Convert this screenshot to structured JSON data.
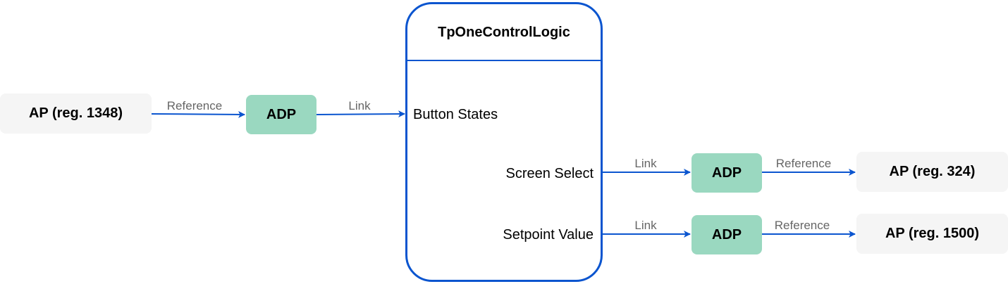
{
  "diagram": {
    "container": {
      "title": "TpOneControlLogic",
      "ports": {
        "button_states": "Button States",
        "screen_select": "Screen Select",
        "setpoint_value": "Setpoint Value"
      }
    },
    "nodes": {
      "ap_1348": "AP (reg. 1348)",
      "adp_input": "ADP",
      "adp_screen": "ADP",
      "adp_setpoint": "ADP",
      "ap_324": "AP (reg. 324)",
      "ap_1500": "AP (reg. 1500)"
    },
    "edges": {
      "ap1348_to_adp": "Reference",
      "adp_to_button_states": "Link",
      "screen_select_to_adp": "Link",
      "adp_to_ap324": "Reference",
      "setpoint_to_adp": "Link",
      "adp_to_ap1500": "Reference"
    },
    "colors": {
      "edge": "#0b55cf",
      "adp_fill": "#9ad8c0",
      "ap_fill": "#f5f5f5",
      "container_border": "#0b55cf",
      "edge_label": "#666666"
    }
  }
}
